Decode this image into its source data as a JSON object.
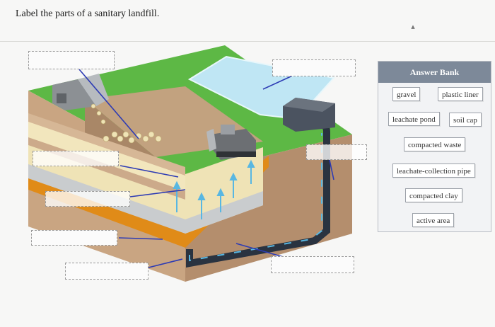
{
  "question": {
    "prompt": "Label the parts of a sanitary landfill."
  },
  "answer_bank": {
    "title": "Answer Bank",
    "items": [
      "gravel",
      "plastic liner",
      "leachate pond",
      "soil cap",
      "compacted waste",
      "leachate-collection pipe",
      "compacted clay",
      "active area"
    ]
  },
  "drop_targets": [
    "",
    "",
    "",
    "",
    "",
    "",
    "",
    ""
  ],
  "colors": {
    "grass": "#5db845",
    "soil": "#c7a27f",
    "pond": "#bfe6f4",
    "pipe": "#2a3340",
    "bank_header": "#7d8999",
    "leader_line": "#2d3bb4",
    "liner": "#e08b18"
  }
}
